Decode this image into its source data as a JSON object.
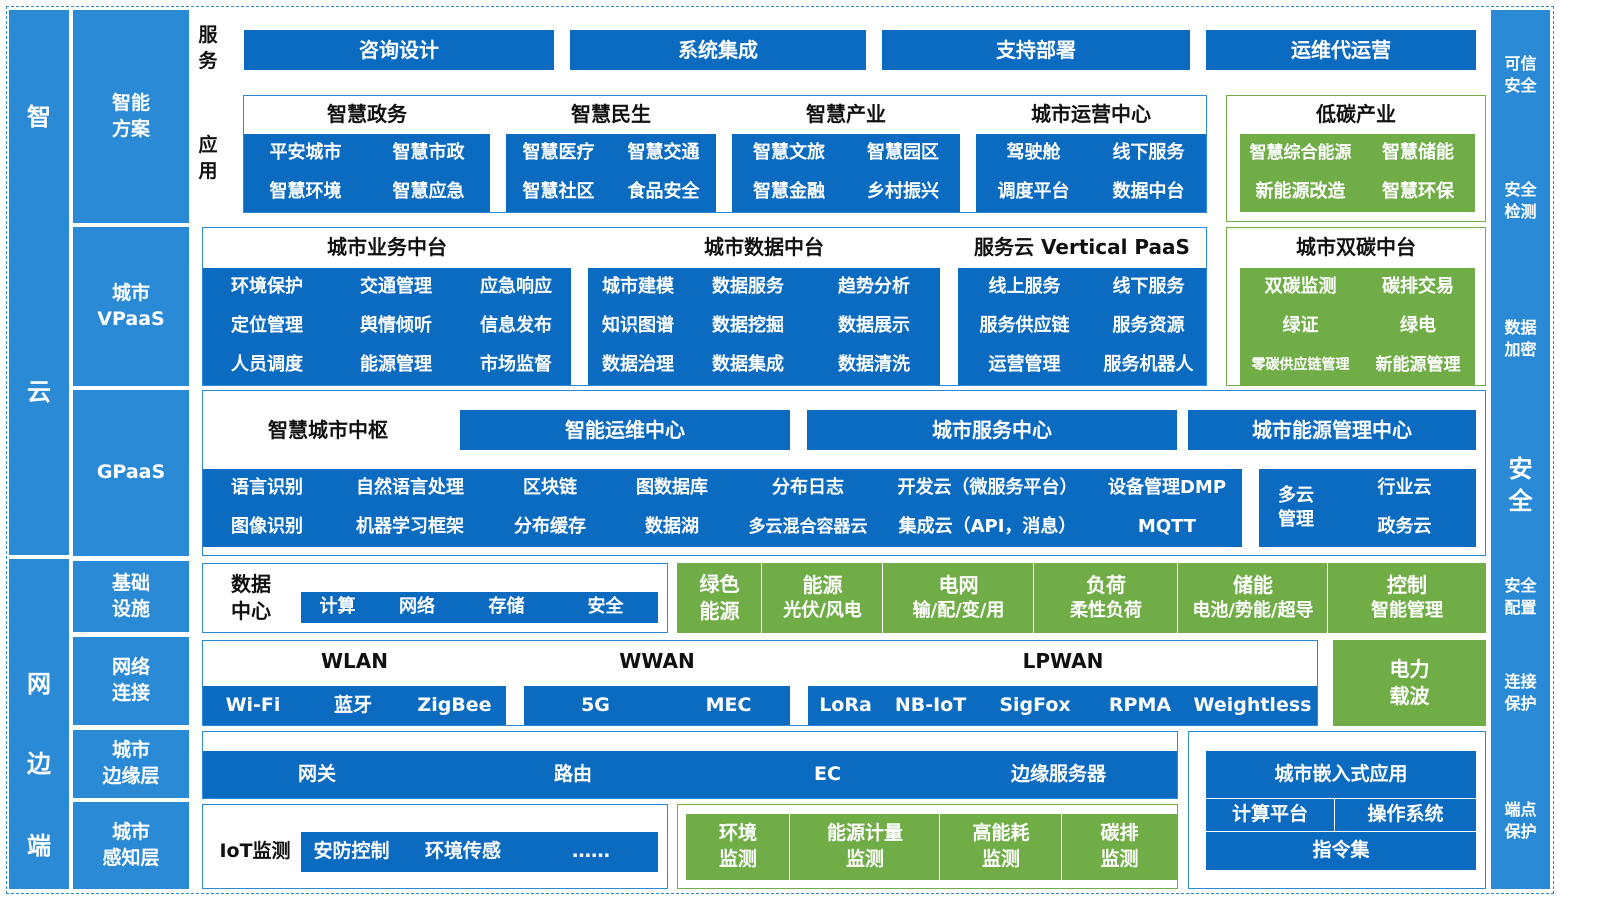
{
  "left_strip": [
    "智",
    "云",
    "网",
    "边",
    "端"
  ],
  "layers": {
    "solution": "智能\n方案",
    "vpaas": "城市\nVPaaS",
    "gpaas": "GPaaS",
    "infra": "基础\n设施",
    "network": "网络\n连接",
    "edge": "城市\n边缘层",
    "sensing": "城市\n感知层"
  },
  "service": {
    "label": "服\n务",
    "items": [
      "咨询设计",
      "系统集成",
      "支持部署",
      "运维代运营"
    ]
  },
  "application": {
    "label": "应\n用",
    "groups": [
      {
        "title": "智慧政务",
        "items": [
          "平安城市",
          "智慧市政",
          "智慧环境",
          "智慧应急"
        ]
      },
      {
        "title": "智慧民生",
        "items": [
          "智慧医疗",
          "智慧交通",
          "智慧社区",
          "食品安全"
        ]
      },
      {
        "title": "智慧产业",
        "items": [
          "智慧文旅",
          "智慧园区",
          "智慧金融",
          "乡村振兴"
        ]
      },
      {
        "title": "城市运营中心",
        "items": [
          "驾驶舱",
          "线下服务",
          "调度平台",
          "数据中台"
        ]
      }
    ],
    "lowcarbon": {
      "title": "低碳产业",
      "items": [
        "智慧综合能源",
        "智慧储能",
        "新能源改造",
        "智慧环保"
      ]
    }
  },
  "vpaas": {
    "business": {
      "title": "城市业务中台",
      "items": [
        "环境保护",
        "交通管理",
        "应急响应",
        "定位管理",
        "舆情倾听",
        "信息发布",
        "人员调度",
        "能源管理",
        "市场监督"
      ]
    },
    "data": {
      "title": "城市数据中台",
      "items": [
        "城市建模",
        "数据服务",
        "趋势分析",
        "知识图谱",
        "数据挖掘",
        "数据展示",
        "数据治理",
        "数据集成",
        "数据清洗"
      ]
    },
    "service_cloud": {
      "title": "服务云 Vertical PaaS",
      "items": [
        "线上服务",
        "线下服务",
        "服务供应链",
        "服务资源",
        "运营管理",
        "服务机器人"
      ]
    },
    "dual_carbon": {
      "title": "城市双碳中台",
      "items": [
        "双碳监测",
        "碳排交易",
        "绿证",
        "绿电",
        "零碳供应链管理",
        "新能源管理"
      ]
    }
  },
  "gpaas": {
    "hub": "智慧城市中枢",
    "centers": [
      "智能运维中心",
      "城市服务中心",
      "城市能源管理中心"
    ],
    "row1": [
      "语言识别",
      "自然语言处理",
      "区块链",
      "图数据库",
      "分布日志",
      "开发云（微服务平台）",
      "设备管理DMP"
    ],
    "row2": [
      "图像识别",
      "机器学习框架",
      "分布缓存",
      "数据湖",
      "多云混合容器云",
      "集成云（API，消息）",
      "MQTT"
    ],
    "multicloud": {
      "label": "多云\n管理",
      "items": [
        "行业云",
        "政务云"
      ]
    }
  },
  "infra": {
    "dc_label": "数据\n中心",
    "dc_items": [
      "计算",
      "网络",
      "存储",
      "安全"
    ],
    "energy": [
      {
        "top": "绿色",
        "bottom": "能源"
      },
      {
        "top": "能源",
        "bottom": "光伏/风电"
      },
      {
        "top": "电网",
        "bottom": "输/配/变/用"
      },
      {
        "top": "负荷",
        "bottom": "柔性负荷"
      },
      {
        "top": "储能",
        "bottom": "电池/势能/超导"
      },
      {
        "top": "控制",
        "bottom": "智能管理"
      }
    ]
  },
  "network": {
    "wlan": {
      "title": "WLAN",
      "items": [
        "Wi-Fi",
        "蓝牙",
        "ZigBee"
      ]
    },
    "wwan": {
      "title": "WWAN",
      "items": [
        "5G",
        "MEC"
      ]
    },
    "lpwan": {
      "title": "LPWAN",
      "items": [
        "LoRa",
        "NB-IoT",
        "SigFox",
        "RPMA",
        "Weightless"
      ]
    },
    "plc": "电力\n载波"
  },
  "edge": {
    "items": [
      "网关",
      "路由",
      "EC",
      "边缘服务器"
    ],
    "embedded": {
      "title": "城市嵌入式应用",
      "items": [
        "计算平台",
        "操作系统"
      ],
      "bottom": "指令集"
    }
  },
  "sensing": {
    "iot_label": "IoT监测",
    "iot_items": [
      "安防控制",
      "环境传感",
      "……"
    ],
    "env": [
      {
        "top": "环境",
        "bottom": "监测"
      },
      {
        "top": "能源计量",
        "bottom": "监测"
      },
      {
        "top": "高能耗",
        "bottom": "监测"
      },
      {
        "top": "碳排",
        "bottom": "监测"
      }
    ]
  },
  "security": {
    "items": [
      "可信\n安全",
      "安全\n检测",
      "数据\n加密",
      "安全\n配置",
      "连接\n保护",
      "端点\n保护"
    ],
    "main": "安\n全"
  },
  "colors": {
    "blue": "#0b6bc0",
    "light_blue": "#2a8ad6",
    "green": "#70ad47"
  }
}
